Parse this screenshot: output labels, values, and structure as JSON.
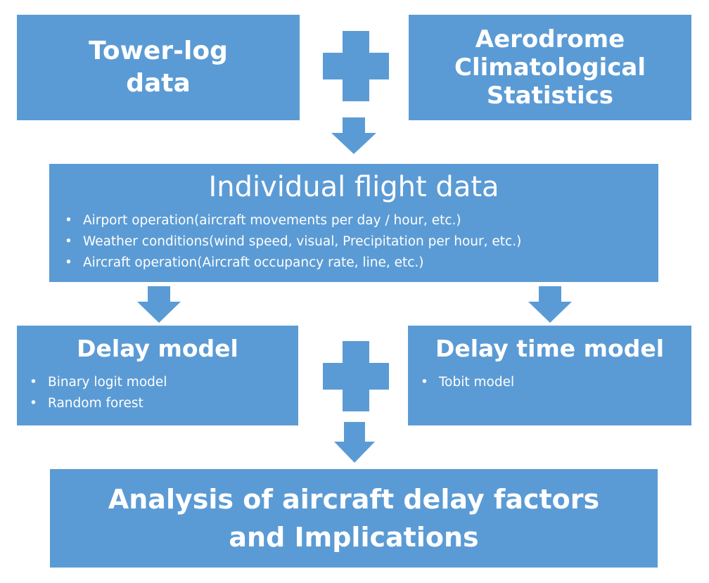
{
  "diagram": {
    "nodes": {
      "tower_log": {
        "lines": [
          "Tower-log",
          "data"
        ]
      },
      "aerodrome": {
        "lines": [
          "Aerodrome",
          "Climatological",
          "Statistics"
        ]
      },
      "individual": {
        "title": "Individual flight data",
        "bullets": [
          "Airport operation(aircraft movements per day / hour, etc.)",
          "Weather conditions(wind speed, visual, Precipitation per hour, etc.)",
          "Aircraft operation(Aircraft occupancy rate, line, etc.)"
        ]
      },
      "delay_model": {
        "title": "Delay model",
        "bullets": [
          "Binary logit model",
          "Random forest"
        ]
      },
      "delay_time_model": {
        "title": "Delay time model",
        "bullets": [
          "Tobit model"
        ]
      },
      "analysis": {
        "lines": [
          "Analysis of aircraft delay factors",
          "and Implications"
        ]
      }
    },
    "colors": {
      "box_fill": "#5b9bd5",
      "text": "#ffffff"
    },
    "icons": [
      "plus-icon",
      "down-arrow-icon"
    ]
  }
}
